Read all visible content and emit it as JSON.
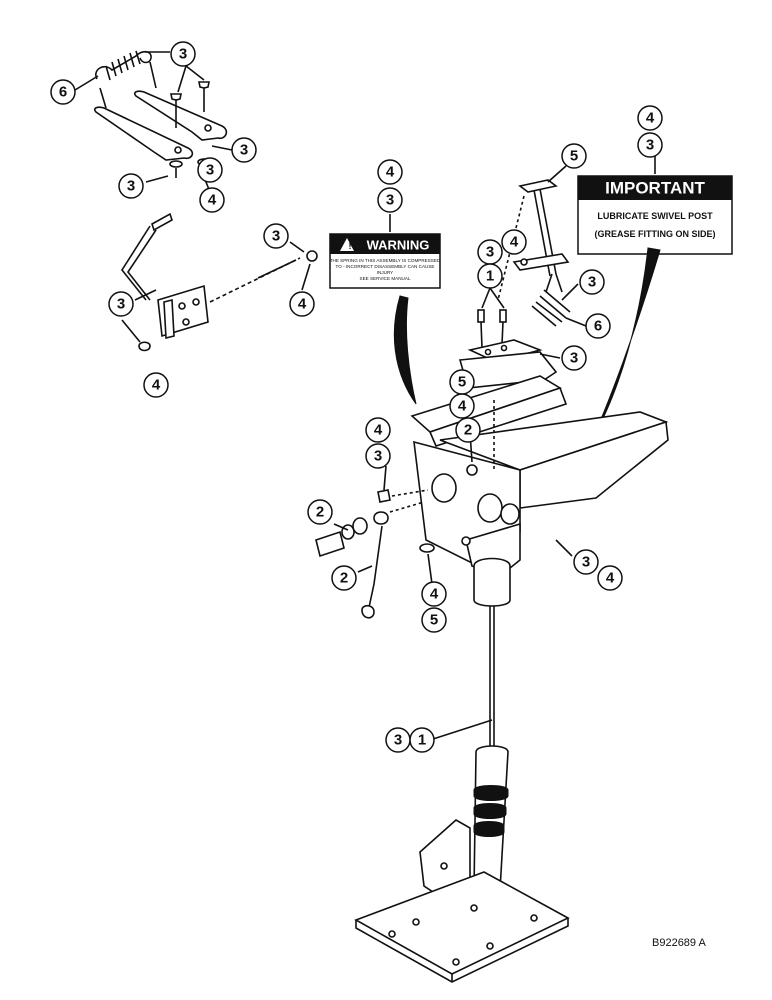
{
  "warning_label": {
    "title": "WARNING",
    "line1": "THE SPRING IN THIS ASSEMBLY IS COMPRESSED",
    "line2": "TO - INCORRECT DISASSEMBLY CAN CAUSE",
    "line3": "INJURY",
    "line4": "SEE SERVICE MANUAL"
  },
  "important_label": {
    "title": "IMPORTANT",
    "line1": "LUBRICATE SWIVEL POST",
    "line2": "(GREASE FITTING ON SIDE)"
  },
  "callouts": {
    "c01": "3",
    "c02": "6",
    "c03": "3",
    "c04": "3",
    "c05": "4",
    "c06": "3",
    "c07": "4",
    "c08": "3",
    "c09": "4",
    "c10": "3",
    "c11": "4",
    "c12": "3",
    "c13": "5",
    "c14": "3",
    "c15": "4",
    "c16": "1",
    "c17": "3",
    "c18": "6",
    "c19": "3",
    "c20": "5",
    "c21": "4",
    "c22": "2",
    "c23": "4",
    "c24": "3",
    "c25": "2",
    "c26": "2",
    "c27": "3",
    "c28": "4",
    "c29": "4",
    "c30": "5",
    "c31": "3",
    "c32": "1",
    "c33": "4",
    "c34": "3"
  },
  "figure_ref": "B922689 A"
}
